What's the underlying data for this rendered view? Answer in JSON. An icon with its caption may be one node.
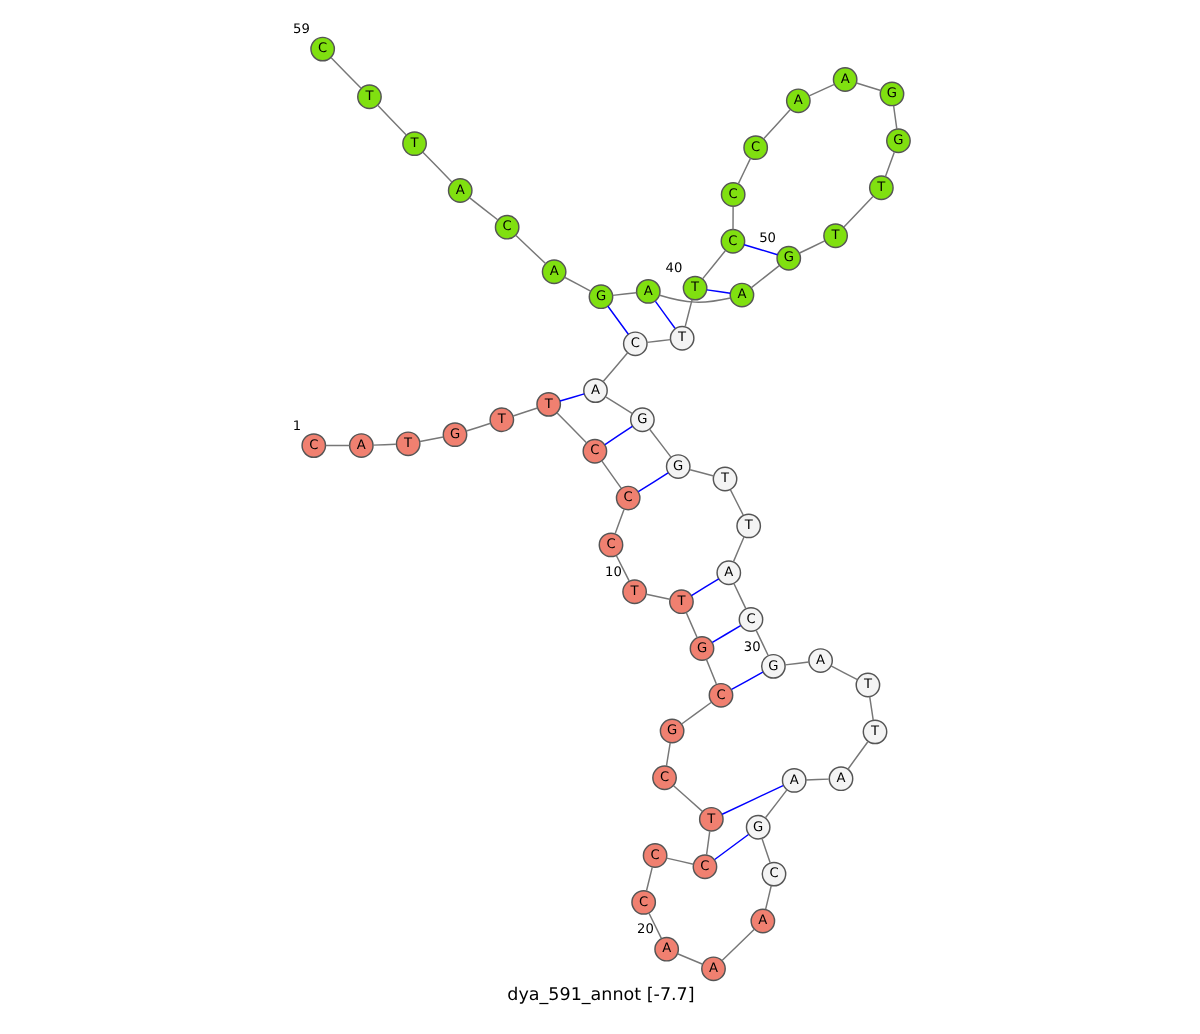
{
  "diagram": {
    "caption": "dya_591_annot [-7.7]",
    "nodes": [
      {
        "text": [
          "C"
        ],
        "beside": [
          "1"
        ]
      },
      {
        "text": [
          "A"
        ]
      },
      {
        "text": [
          "T"
        ]
      },
      {
        "text": [
          "G"
        ]
      },
      {
        "text": [
          "T"
        ]
      },
      {
        "text": [
          "T"
        ]
      },
      {
        "text": [
          "C"
        ]
      },
      {
        "text": [
          "C"
        ]
      },
      {
        "text": [
          "C"
        ]
      },
      {
        "text": [
          "T"
        ],
        "beside": [
          "10"
        ]
      },
      {
        "text": [
          "T"
        ]
      },
      {
        "text": [
          "G"
        ]
      },
      {
        "text": [
          "C"
        ]
      },
      {
        "text": [
          "G"
        ]
      },
      {
        "text": [
          "C"
        ]
      },
      {
        "text": [
          "T"
        ]
      },
      {
        "text": [
          "C"
        ]
      },
      {
        "text": [
          "C"
        ]
      },
      {
        "text": [
          "C"
        ]
      },
      {
        "text": [
          "A"
        ],
        "beside": [
          "20"
        ]
      },
      {
        "text": [
          "A"
        ]
      },
      {
        "text": [
          "A"
        ]
      },
      {
        "text": [
          "C"
        ]
      },
      {
        "text": [
          "G"
        ]
      },
      {
        "text": [
          "A"
        ]
      },
      {
        "text": [
          "A"
        ]
      },
      {
        "text": [
          "T"
        ]
      },
      {
        "text": [
          "T"
        ]
      },
      {
        "text": [
          "A"
        ]
      },
      {
        "text": [
          "G"
        ],
        "beside": [
          "30"
        ]
      },
      {
        "text": [
          "C"
        ]
      },
      {
        "text": [
          "A"
        ]
      },
      {
        "text": [
          "T"
        ]
      },
      {
        "text": [
          "T"
        ]
      },
      {
        "text": [
          "G"
        ]
      },
      {
        "text": [
          "G"
        ]
      },
      {
        "text": [
          "A"
        ]
      },
      {
        "text": [
          "C"
        ]
      },
      {
        "text": [
          "T"
        ]
      },
      {
        "text": [
          "T"
        ],
        "beside": [
          "40"
        ]
      },
      {
        "text": [
          "C"
        ]
      },
      {
        "text": [
          "C"
        ]
      },
      {
        "text": [
          "C"
        ]
      },
      {
        "text": [
          "A"
        ]
      },
      {
        "text": [
          "A"
        ]
      },
      {
        "text": [
          "G"
        ]
      },
      {
        "text": [
          "G"
        ]
      },
      {
        "text": [
          "T"
        ]
      },
      {
        "text": [
          "T"
        ]
      },
      {
        "text": [
          "G"
        ],
        "beside": [
          "50"
        ]
      },
      {
        "text": [
          "A"
        ]
      },
      {
        "text": [
          "A"
        ]
      },
      {
        "text": [
          "G"
        ]
      },
      {
        "text": [
          "A"
        ]
      },
      {
        "text": [
          "C"
        ]
      },
      {
        "text": [
          "A"
        ]
      },
      {
        "text": [
          "T"
        ]
      },
      {
        "text": [
          "T"
        ]
      },
      {
        "text": [
          "C"
        ],
        "beside": [
          "59"
        ]
      }
    ],
    "edges": [
      {
        "from": 0,
        "to": 1,
        "arrow": "none"
      },
      {
        "from": 1,
        "to": 2,
        "arrow": "none"
      },
      {
        "from": 2,
        "to": 3,
        "arrow": "none"
      },
      {
        "from": 3,
        "to": 4,
        "arrow": "none"
      },
      {
        "from": 4,
        "to": 5,
        "arrow": "none"
      },
      {
        "from": 5,
        "to": 6,
        "arrow": "none"
      },
      {
        "from": 6,
        "to": 7,
        "arrow": "none"
      },
      {
        "from": 7,
        "to": 8,
        "arrow": "none"
      },
      {
        "from": 8,
        "to": 9,
        "arrow": "none"
      },
      {
        "from": 9,
        "to": 10,
        "arrow": "none"
      },
      {
        "from": 10,
        "to": 11,
        "arrow": "none"
      },
      {
        "from": 11,
        "to": 12,
        "arrow": "none"
      },
      {
        "from": 12,
        "to": 13,
        "arrow": "none"
      },
      {
        "from": 13,
        "to": 14,
        "arrow": "none"
      },
      {
        "from": 14,
        "to": 15,
        "arrow": "none"
      },
      {
        "from": 15,
        "to": 16,
        "arrow": "none"
      },
      {
        "from": 16,
        "to": 17,
        "arrow": "none"
      },
      {
        "from": 17,
        "to": 18,
        "arrow": "none"
      },
      {
        "from": 18,
        "to": 19,
        "arrow": "none"
      },
      {
        "from": 19,
        "to": 20,
        "arrow": "none"
      },
      {
        "from": 20,
        "to": 21,
        "arrow": "none"
      },
      {
        "from": 21,
        "to": 22,
        "arrow": "none"
      },
      {
        "from": 22,
        "to": 23,
        "arrow": "none"
      },
      {
        "from": 23,
        "to": 24,
        "arrow": "none"
      },
      {
        "from": 24,
        "to": 25,
        "arrow": "none"
      },
      {
        "from": 25,
        "to": 26,
        "arrow": "none"
      },
      {
        "from": 26,
        "to": 27,
        "arrow": "none"
      },
      {
        "from": 27,
        "to": 28,
        "arrow": "none"
      },
      {
        "from": 28,
        "to": 29,
        "arrow": "none"
      },
      {
        "from": 29,
        "to": 30,
        "arrow": "none"
      },
      {
        "from": 30,
        "to": 31,
        "arrow": "none"
      },
      {
        "from": 31,
        "to": 32,
        "arrow": "none"
      },
      {
        "from": 32,
        "to": 33,
        "arrow": "none"
      },
      {
        "from": 33,
        "to": 34,
        "arrow": "none"
      },
      {
        "from": 34,
        "to": 35,
        "arrow": "none"
      },
      {
        "from": 35,
        "to": 36,
        "arrow": "none"
      },
      {
        "from": 36,
        "to": 37,
        "arrow": "none"
      },
      {
        "from": 37,
        "to": 38,
        "arrow": "none"
      },
      {
        "from": 38,
        "to": 39,
        "arrow": "none"
      },
      {
        "from": 39,
        "to": 40,
        "arrow": "none"
      },
      {
        "from": 40,
        "to": 41,
        "arrow": "none"
      },
      {
        "from": 41,
        "to": 42,
        "arrow": "none"
      },
      {
        "from": 42,
        "to": 43,
        "arrow": "none"
      },
      {
        "from": 43,
        "to": 44,
        "arrow": "none"
      },
      {
        "from": 44,
        "to": 45,
        "arrow": "none"
      },
      {
        "from": 45,
        "to": 46,
        "arrow": "none"
      },
      {
        "from": 46,
        "to": 47,
        "arrow": "none"
      },
      {
        "from": 47,
        "to": 48,
        "arrow": "none"
      },
      {
        "from": 48,
        "to": 49,
        "arrow": "none"
      },
      {
        "from": 49,
        "to": 50,
        "arrow": "none"
      },
      {
        "from": 50,
        "to": 51,
        "arrow": "none"
      },
      {
        "from": 51,
        "to": 52,
        "arrow": "none"
      },
      {
        "from": 52,
        "to": 53,
        "arrow": "none"
      },
      {
        "from": 53,
        "to": 54,
        "arrow": "none"
      },
      {
        "from": 54,
        "to": 55,
        "arrow": "none"
      },
      {
        "from": 55,
        "to": 56,
        "arrow": "none"
      },
      {
        "from": 56,
        "to": 57,
        "arrow": "none"
      },
      {
        "from": 57,
        "to": 58,
        "arrow": "none"
      },
      {
        "from": 5,
        "to": 36,
        "arrow": "none",
        "color": "#0000ff"
      },
      {
        "from": 6,
        "to": 35,
        "arrow": "none",
        "color": "#0000ff"
      },
      {
        "from": 7,
        "to": 34,
        "arrow": "none",
        "color": "#0000ff"
      },
      {
        "from": 10,
        "to": 31,
        "arrow": "none",
        "color": "#0000ff"
      },
      {
        "from": 11,
        "to": 30,
        "arrow": "none",
        "color": "#0000ff"
      },
      {
        "from": 12,
        "to": 29,
        "arrow": "none",
        "color": "#0000ff"
      },
      {
        "from": 15,
        "to": 24,
        "arrow": "none",
        "color": "#0000ff"
      },
      {
        "from": 16,
        "to": 23,
        "arrow": "none",
        "color": "#0000ff"
      },
      {
        "from": 37,
        "to": 52,
        "arrow": "none",
        "color": "#0000ff"
      },
      {
        "from": 38,
        "to": 51,
        "arrow": "none",
        "color": "#0000ff"
      },
      {
        "from": 39,
        "to": 50,
        "arrow": "none",
        "color": "#0000ff"
      },
      {
        "from": 40,
        "to": 49,
        "arrow": "none",
        "color": "#0000ff"
      }
    ]
  }
}
